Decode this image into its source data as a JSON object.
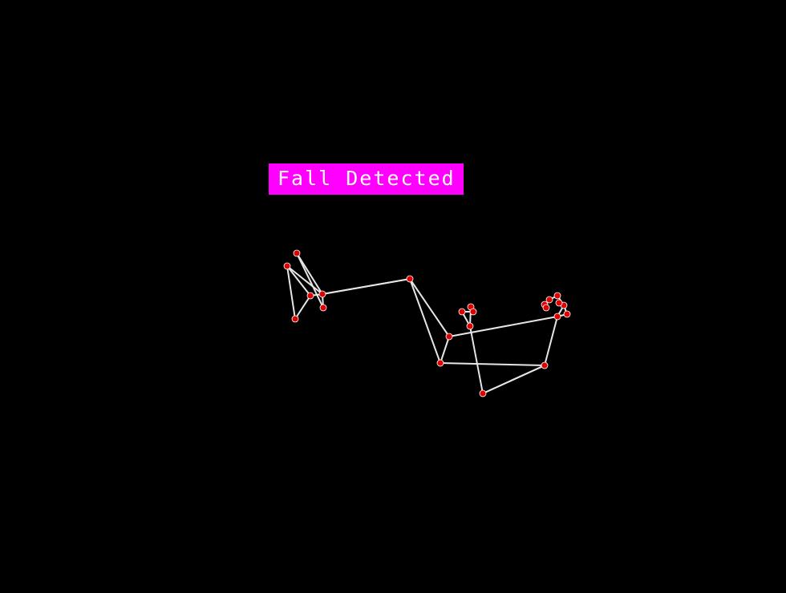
{
  "alert": {
    "label": "Fall Detected",
    "background": "#ff00ff",
    "text_color": "#ffffff"
  },
  "skeleton": {
    "line_color": "#e6e6e6",
    "keypoint_fill": "#e00000",
    "keypoint_count": 33,
    "bone_count": 29
  }
}
